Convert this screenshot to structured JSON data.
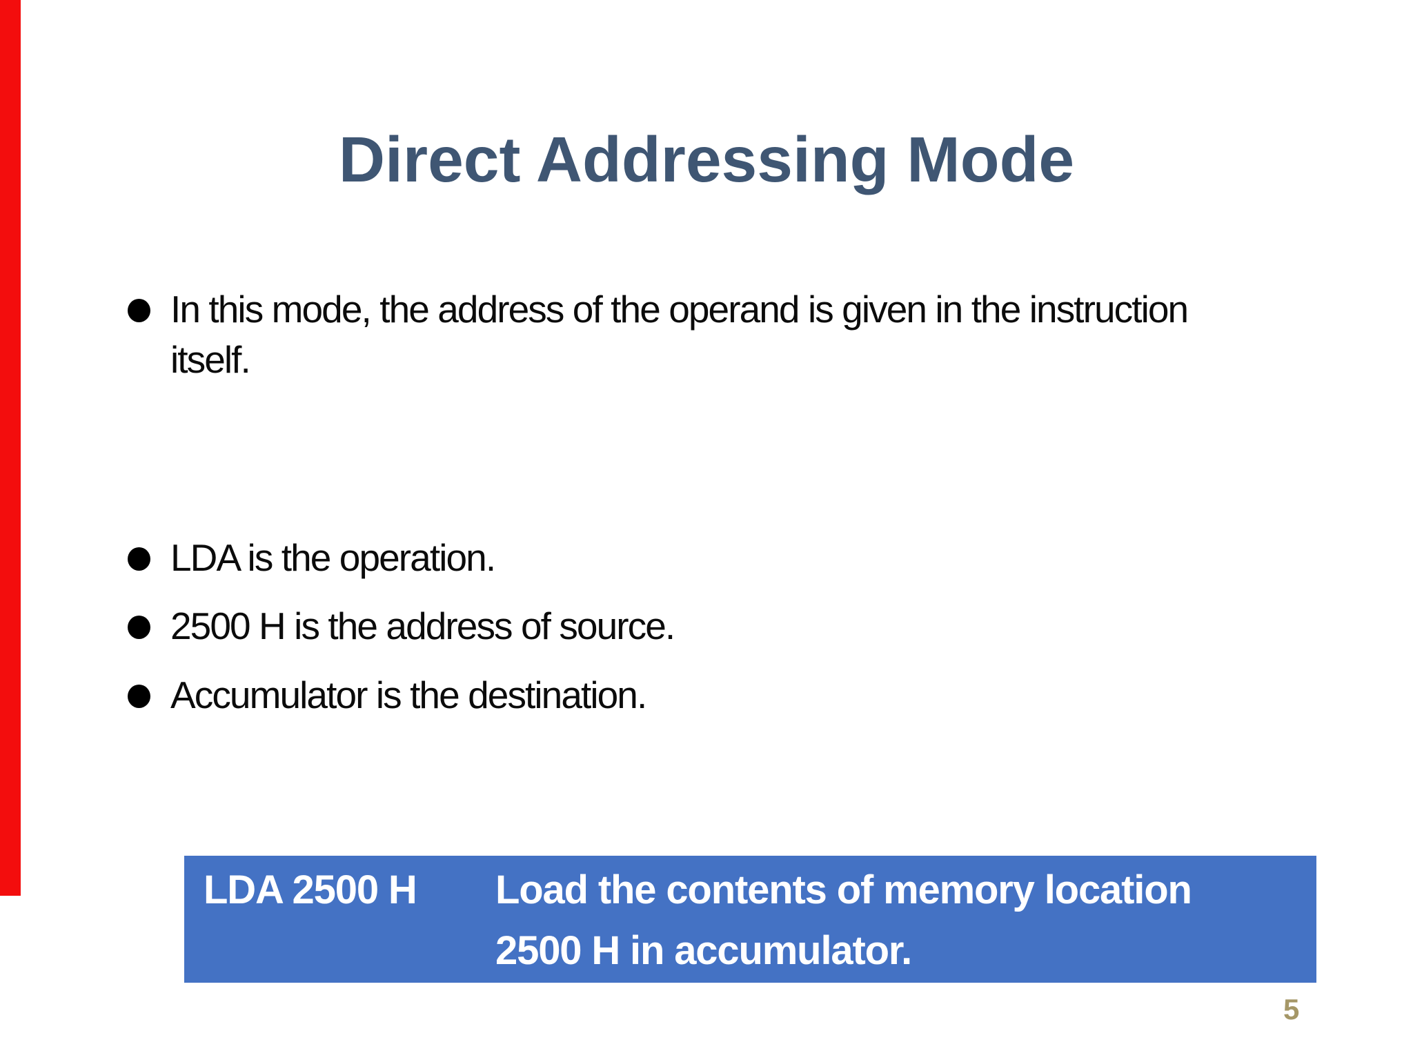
{
  "slide": {
    "title": "Direct Addressing Mode",
    "bullets": [
      {
        "lines": [
          "In this mode, the address of the operand is given in the instruction",
          "itself."
        ]
      },
      {
        "lines": [
          "LDA is the operation."
        ]
      },
      {
        "lines": [
          "2500 H is the address of source."
        ]
      },
      {
        "lines": [
          "Accumulator is the destination."
        ]
      }
    ],
    "instruction_box": {
      "instruction": "LDA 2500 H",
      "description_lines": [
        "Load the contents of memory location",
        "2500 H in accumulator."
      ]
    },
    "page_number": "5",
    "colors": {
      "accent_bar_red": "#F30D0D",
      "title_blue": "#3F5673",
      "box_blue": "#4472C4",
      "box_text_white": "#FFFFFF",
      "page_number_gold": "#A59767",
      "body_text_black": "#0B0B0B"
    }
  }
}
